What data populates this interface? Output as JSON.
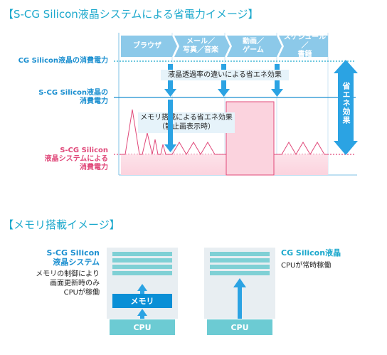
{
  "title_main": "【S-CG Silicon液晶システムによる省電力イメージ】",
  "title_memory": "【メモリ搭載イメージ】",
  "chart": {
    "labels": {
      "cg_power": "CG Silicon液晶の消費電力",
      "scg_power_1": "S-CG Silicon液晶の",
      "scg_power_2": "消費電力",
      "scg_sys_1": "S-CG Silicon",
      "scg_sys_2": "液晶システムによる",
      "scg_sys_3": "消費電力"
    },
    "categories": [
      {
        "line1": "ブラウザ",
        "line2": ""
      },
      {
        "line1": "メール／",
        "line2": "写真／音楽"
      },
      {
        "line1": "動画／",
        "line2": "ゲーム"
      },
      {
        "line1": "スケジュール／",
        "line2": "書籍"
      }
    ],
    "callout_lcd": "液晶透過率の違いによる省エネ効果",
    "callout_mem_1": "メモリ搭載による省エネ効果",
    "callout_mem_2": "（静止画表示時）",
    "saving": "省エネ効果"
  },
  "memory": {
    "left_title_1": "S-CG Silicon",
    "left_title_2": "液晶システム",
    "left_desc_1": "メモリの制御により",
    "left_desc_2": "画面更新時のみ",
    "left_desc_3": "CPUが稼働",
    "memory_label": "メモリ",
    "cpu_label": "CPU",
    "right_title": "CG Silicon液晶",
    "right_desc": "CPUが常時稼働"
  },
  "colors": {
    "cyan": "#1ba8cc",
    "blue": "#1b8fd0",
    "pink": "#e0497a",
    "arrow": "#2ba3e3",
    "category": "#8cc9e9"
  }
}
